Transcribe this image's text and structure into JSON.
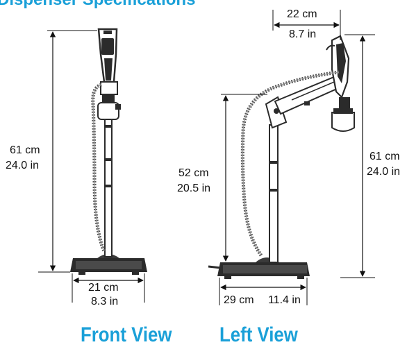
{
  "heading": "Dispenser Specifications",
  "views": {
    "front": {
      "label": "Front View",
      "height_cm": "61 cm",
      "height_in": "24.0 in",
      "base_cm": "21 cm",
      "base_in": "8.3 in"
    },
    "left": {
      "label": "Left View",
      "reach_cm": "22 cm",
      "reach_in": "8.7 in",
      "pole_cm": "52 cm",
      "pole_in": "20.5 in",
      "height_cm": "61 cm",
      "height_in": "24.0 in",
      "base_cm": "29 cm",
      "base_in": "11.4 in"
    }
  },
  "colors": {
    "accent": "#1aa0d8",
    "line": "#111111",
    "device": "#2b2b2b"
  }
}
